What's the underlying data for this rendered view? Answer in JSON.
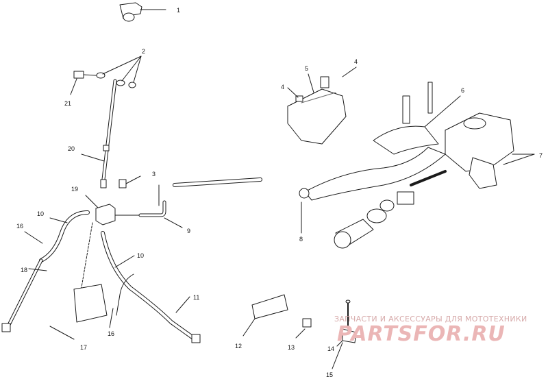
{
  "callouts": {
    "c1": "1",
    "c2": "2",
    "c3": "3",
    "c4a": "4",
    "c4b": "4",
    "c5": "5",
    "c6": "6",
    "c7": "7",
    "c8": "8",
    "c9": "9",
    "c10a": "10",
    "c10b": "10",
    "c11": "11",
    "c12": "12",
    "c13": "13",
    "c14": "14",
    "c15": "15",
    "c16a": "16",
    "c16b": "16",
    "c17": "17",
    "c18": "18",
    "c19": "19",
    "c20": "20",
    "c21": "21"
  },
  "watermark": {
    "caption": "ЗАПЧАСТИ И АКСЕССУАРЫ ДЛЯ МОТОТЕХНИКИ",
    "logo_left": "PARTS",
    "logo_right": "FOR.RU",
    "color": "#e8b4b4"
  },
  "colors": {
    "line": "#1a1a1a",
    "fill": "#ffffff",
    "shade": "#9a9a9a"
  }
}
